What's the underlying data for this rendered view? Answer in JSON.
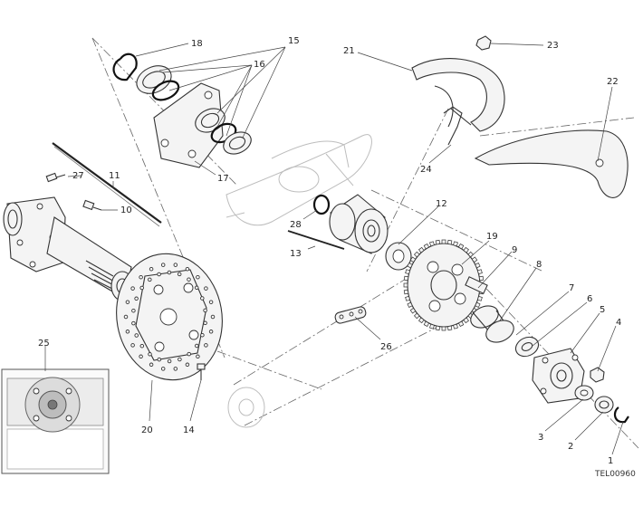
{
  "drawing_code": "TEL00960",
  "callouts": {
    "c1": "1",
    "c2": "2",
    "c3": "3",
    "c4": "4",
    "c5": "5",
    "c6": "6",
    "c7": "7",
    "c8": "8",
    "c9": "9",
    "c10": "10",
    "c11": "11",
    "c12": "12",
    "c13": "13",
    "c14": "14",
    "c15": "15",
    "c16": "16",
    "c17": "17",
    "c18": "18",
    "c19": "19",
    "c20": "20",
    "c21": "21",
    "c22": "22",
    "c23": "23",
    "c24": "24",
    "c25": "25",
    "c26": "26",
    "c27": "27",
    "c28": "28"
  }
}
